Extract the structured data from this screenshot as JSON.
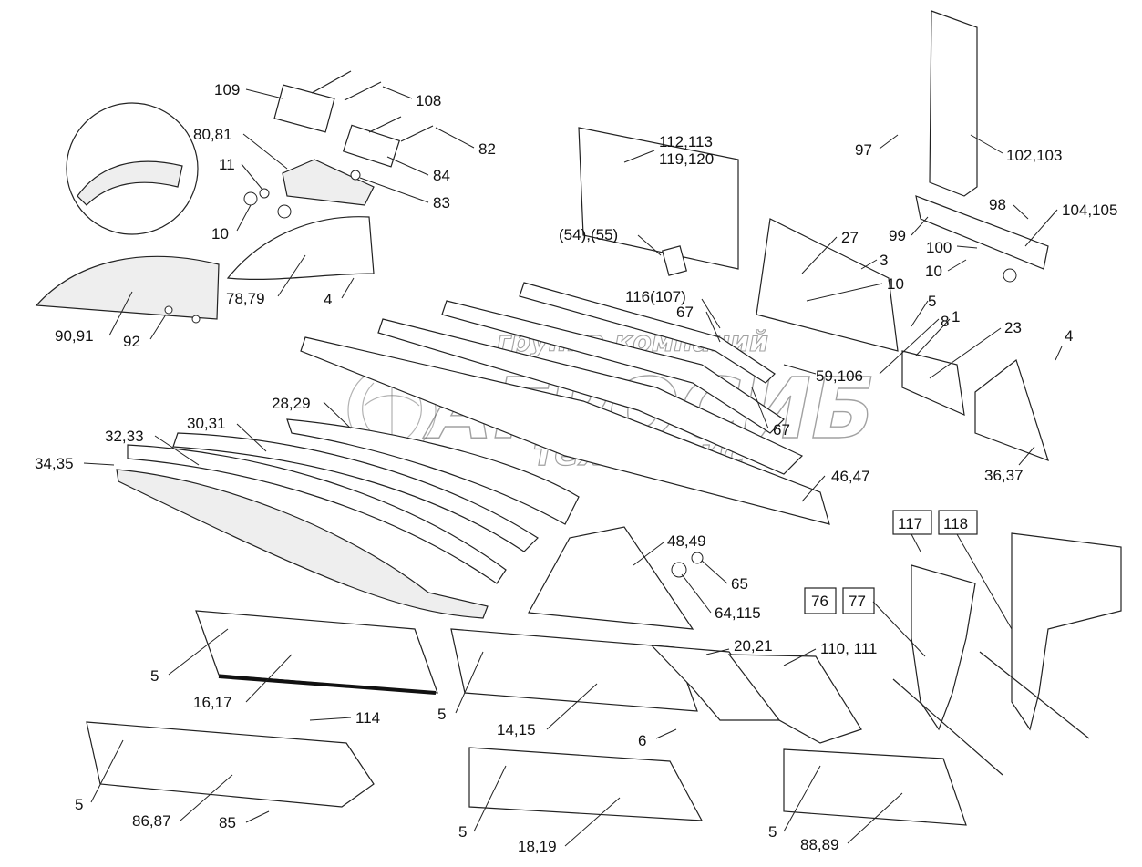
{
  "watermark": {
    "line1": "группа компаний",
    "line2": "АГРОСИБ",
    "line3": "техсервис"
  },
  "callouts": [
    "109",
    "108",
    "80,81",
    "82",
    "11",
    "84",
    "83",
    "10",
    "112,113",
    "119,120",
    "97",
    "102,103",
    "98",
    "104,105",
    "99",
    "100",
    "10",
    "27",
    "3",
    "10",
    "5",
    "8",
    "1",
    "23",
    "4",
    "59,106",
    "67",
    "(54),(55)",
    "116(107)",
    "67",
    "78,79",
    "4",
    "90,91",
    "92",
    "28,29",
    "30,31",
    "32,33",
    "34,35",
    "46,47",
    "36,37",
    "48,49",
    "65",
    "64,115",
    "117",
    "118",
    "76",
    "77",
    "5",
    "16,17",
    "20,21",
    "110, 111",
    "5",
    "14,15",
    "6",
    "114",
    "5",
    "86,87",
    "85",
    "5",
    "18,19",
    "5",
    "88,89"
  ]
}
